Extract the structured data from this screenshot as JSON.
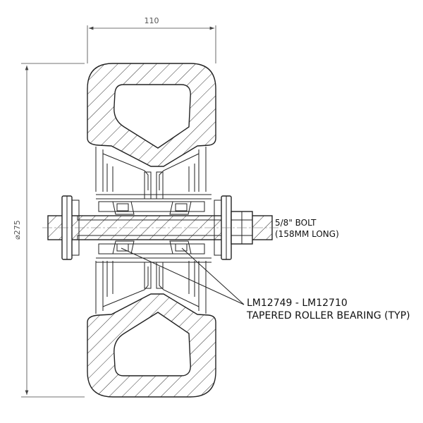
{
  "dimensions": {
    "width_label": "110",
    "diameter_label": "⌀275"
  },
  "callouts": {
    "bolt": {
      "line1": "5/8\" BOLT",
      "line2": "(158MM LONG)"
    },
    "bearing": {
      "line1": "LM12749 - LM12710",
      "line2": "TAPERED ROLLER BEARING (TYP)"
    }
  },
  "colors": {
    "line": "#222222",
    "dimension": "#555555",
    "background": "#ffffff"
  }
}
